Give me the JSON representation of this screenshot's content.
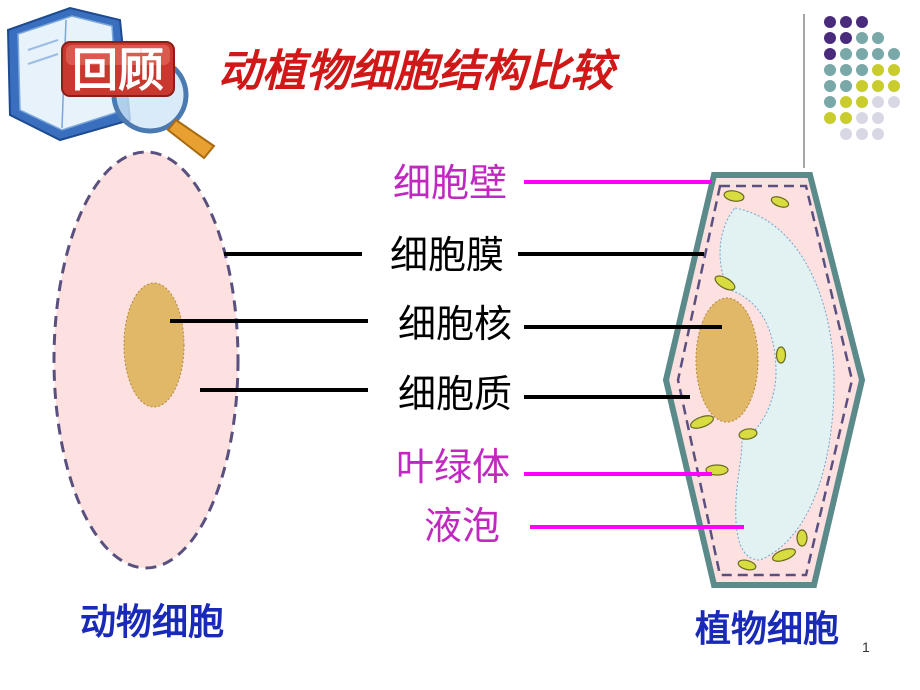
{
  "header": {
    "badge_text": "回顾",
    "title": "动植物细胞结构比较"
  },
  "labels": {
    "cell_wall": "细胞壁",
    "cell_membrane": "细胞膜",
    "nucleus": "细胞核",
    "cytoplasm": "细胞质",
    "chloroplast": "叶绿体",
    "vacuole": "液泡"
  },
  "captions": {
    "animal_cell": "动物细胞",
    "plant_cell": "植物细胞"
  },
  "page_number": "1",
  "icons": {
    "header_icon": "book-magnifier-icon",
    "corner_decoration": "dot-grid-decoration"
  },
  "colors": {
    "magenta_label": "#c028c0",
    "caption_blue": "#1a2ab8",
    "title_red": "#d01818",
    "cell_fill": "#fde0e0",
    "nucleus_fill": "#e0b868",
    "vacuole_fill": "#e2f2f2",
    "chloroplast_fill": "#d8dc40",
    "wall_stroke": "#5a8a8a"
  }
}
